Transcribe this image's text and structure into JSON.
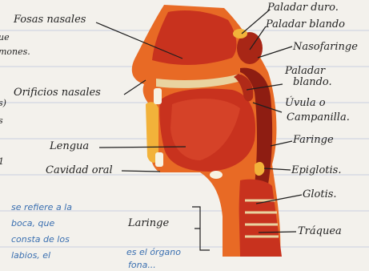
{
  "labels": {
    "fosas_nasales": "Fosas nasales",
    "paladar_duro": "Paladar duro.",
    "paladar_blando_top": "Paladar blando",
    "nasofaringe": "Nasofaringe",
    "orificios_nasales": "Orificios nasales",
    "paladar_blando": "Paladar",
    "paladar_blando_2": "blando.",
    "uvula": "Úvula o",
    "campanilla": "Campanilla.",
    "faringe": "Faringe",
    "lengua": "Lengua",
    "cavidad_oral": "Cavidad oral",
    "epiglotis": "Epiglotis.",
    "glotis": "Glotis.",
    "laringe": "Laringe",
    "traquea": "Tráquea"
  },
  "margin_notes": {
    "left_top_1": "ue",
    "left_top_2": "mones.",
    "left_mid_1": "s)",
    "left_mid_2": "s",
    "left_low_1": "1",
    "blue_note_1": "se refiere a la",
    "blue_note_2": "boca, que",
    "blue_note_3": "consta de los",
    "blue_note_4": "labios, el",
    "blue_note_5": "es el órgano",
    "blue_note_6": "fona..."
  },
  "colors": {
    "paper": "#f3f1ec",
    "rule_line": "#c9cfe0",
    "tissue_red": "#c8321e",
    "tissue_dark": "#8e1d12",
    "tissue_orange": "#e86a25",
    "tissue_yellow": "#f2b23a",
    "cartilage": "#e9d3a0",
    "ink_blue": "#3a6fb0",
    "ink_black": "#1f1f1f"
  }
}
